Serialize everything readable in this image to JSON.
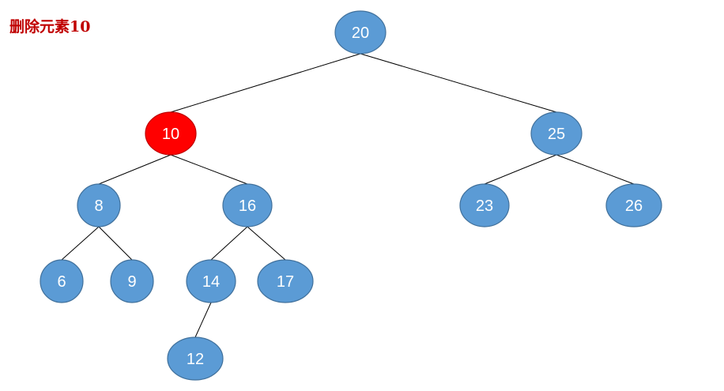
{
  "title": "删除元素10",
  "colors": {
    "title": "#c00000",
    "node_fill": "#5b9bd5",
    "node_stroke": "#41719c",
    "highlight_fill": "#ff0000",
    "highlight_stroke": "#c00000",
    "edge": "#000000"
  },
  "tree": {
    "nodes": [
      {
        "id": "n20",
        "label": "20"
      },
      {
        "id": "n10",
        "label": "10",
        "highlighted": true
      },
      {
        "id": "n25",
        "label": "25"
      },
      {
        "id": "n8",
        "label": "8"
      },
      {
        "id": "n16",
        "label": "16"
      },
      {
        "id": "n23",
        "label": "23"
      },
      {
        "id": "n26",
        "label": "26"
      },
      {
        "id": "n6",
        "label": "6"
      },
      {
        "id": "n9",
        "label": "9"
      },
      {
        "id": "n14",
        "label": "14"
      },
      {
        "id": "n17",
        "label": "17"
      },
      {
        "id": "n12",
        "label": "12"
      }
    ],
    "edges": [
      {
        "from": "n20",
        "to": "n10"
      },
      {
        "from": "n20",
        "to": "n25"
      },
      {
        "from": "n10",
        "to": "n8"
      },
      {
        "from": "n10",
        "to": "n16"
      },
      {
        "from": "n25",
        "to": "n23"
      },
      {
        "from": "n25",
        "to": "n26"
      },
      {
        "from": "n8",
        "to": "n6"
      },
      {
        "from": "n8",
        "to": "n9"
      },
      {
        "from": "n16",
        "to": "n14"
      },
      {
        "from": "n16",
        "to": "n17"
      },
      {
        "from": "n14",
        "to": "n12"
      }
    ]
  }
}
